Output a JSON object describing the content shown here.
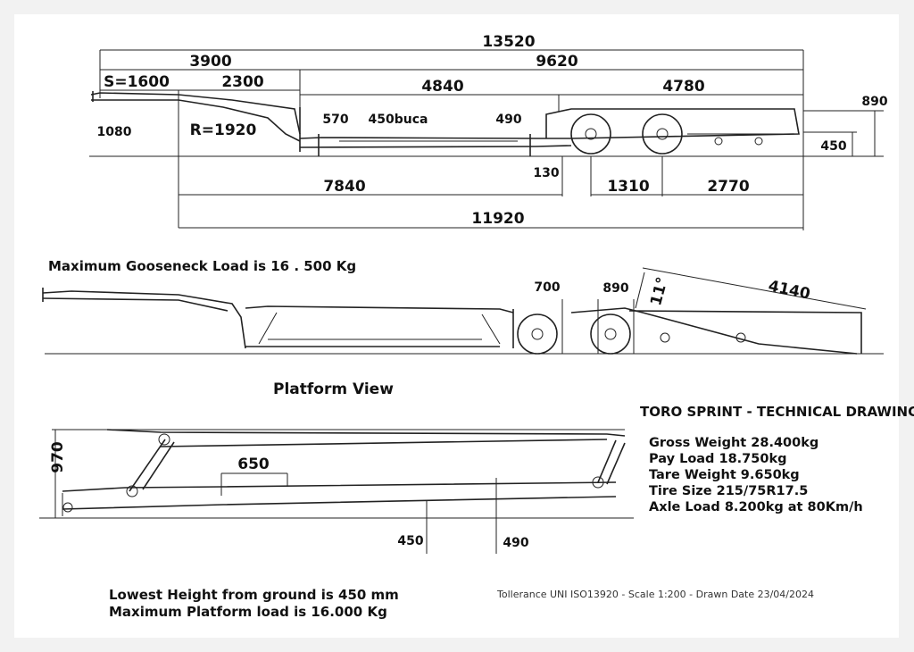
{
  "side_view": {
    "dims": {
      "overall_length": "13520",
      "front_section": "3900",
      "rear_section": "9620",
      "swing": "S=1600",
      "gooseneck_len": "2300",
      "bed_len": "4840",
      "rear_len": "4780",
      "height_rear": "890",
      "height_front": "1080",
      "radius": "R=1920",
      "well_front": "570",
      "well_hole": "450buca",
      "well_rear": "490",
      "height_bed": "450",
      "gap": "130",
      "to_axle": "7840",
      "axle_spacing": "1310",
      "rear_overhang": "2770",
      "total_bed": "11920"
    }
  },
  "ramp_view": {
    "gooseneck_note": "Maximum Gooseneck Load  is 16 . 500 Kg",
    "dim_700": "700",
    "dim_890": "890",
    "ramp_angle": "11°",
    "ramp_length": "4140"
  },
  "platform_view": {
    "title": "Platform View",
    "dim_970": "970",
    "dim_650": "650",
    "dim_450": "450",
    "dim_490": "490"
  },
  "specs": {
    "title": "TORO SPRINT - TECHNICAL DRAWING",
    "gross": "Gross Weight 28.400kg",
    "pay": "Pay Load  18.750kg",
    "tare": "Tare Weight  9.650kg",
    "tire": "Tire Size 215/75R17.5",
    "axle": "Axle Load  8.200kg   at 80Km/h"
  },
  "notes": {
    "lowest_height": "Lowest Height from ground is 450 mm",
    "platform_load": "Maximum Platform load is 16.000 Kg",
    "tolerance": "Tollerance UNI ISO13920   - Scale 1:200 - Drawn Date 23/04/2024"
  }
}
